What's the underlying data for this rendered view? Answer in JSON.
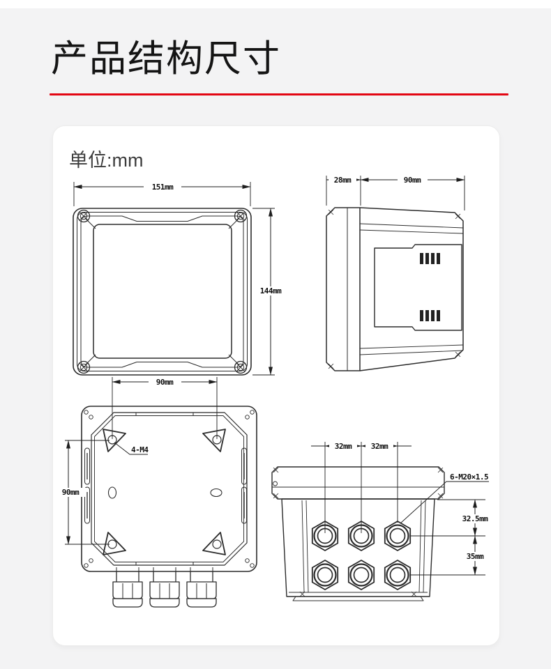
{
  "page": {
    "title": "产品结构尺寸",
    "unit_label": "单位:mm",
    "accent_color": "#e30613",
    "canvas_background": "#f3f3f4",
    "card_background": "#ffffff",
    "line_color": "#2b2b2b"
  },
  "front_view": {
    "width_dim": "151mm",
    "height_dim": "144mm"
  },
  "side_view": {
    "bezel_depth_dim": "28mm",
    "body_depth_dim": "90mm"
  },
  "back_view": {
    "hole_spacing_h_dim": "90mm",
    "hole_spacing_v_dim": "90mm",
    "mounting_holes_label": "4-M4"
  },
  "bottom_view": {
    "gland_spacing_dim_1": "32mm",
    "gland_spacing_dim_2": "32mm",
    "gland_thread_label": "6-M20×1.5",
    "edge_to_row_dim": "32.5mm",
    "row_spacing_dim": "35mm"
  }
}
